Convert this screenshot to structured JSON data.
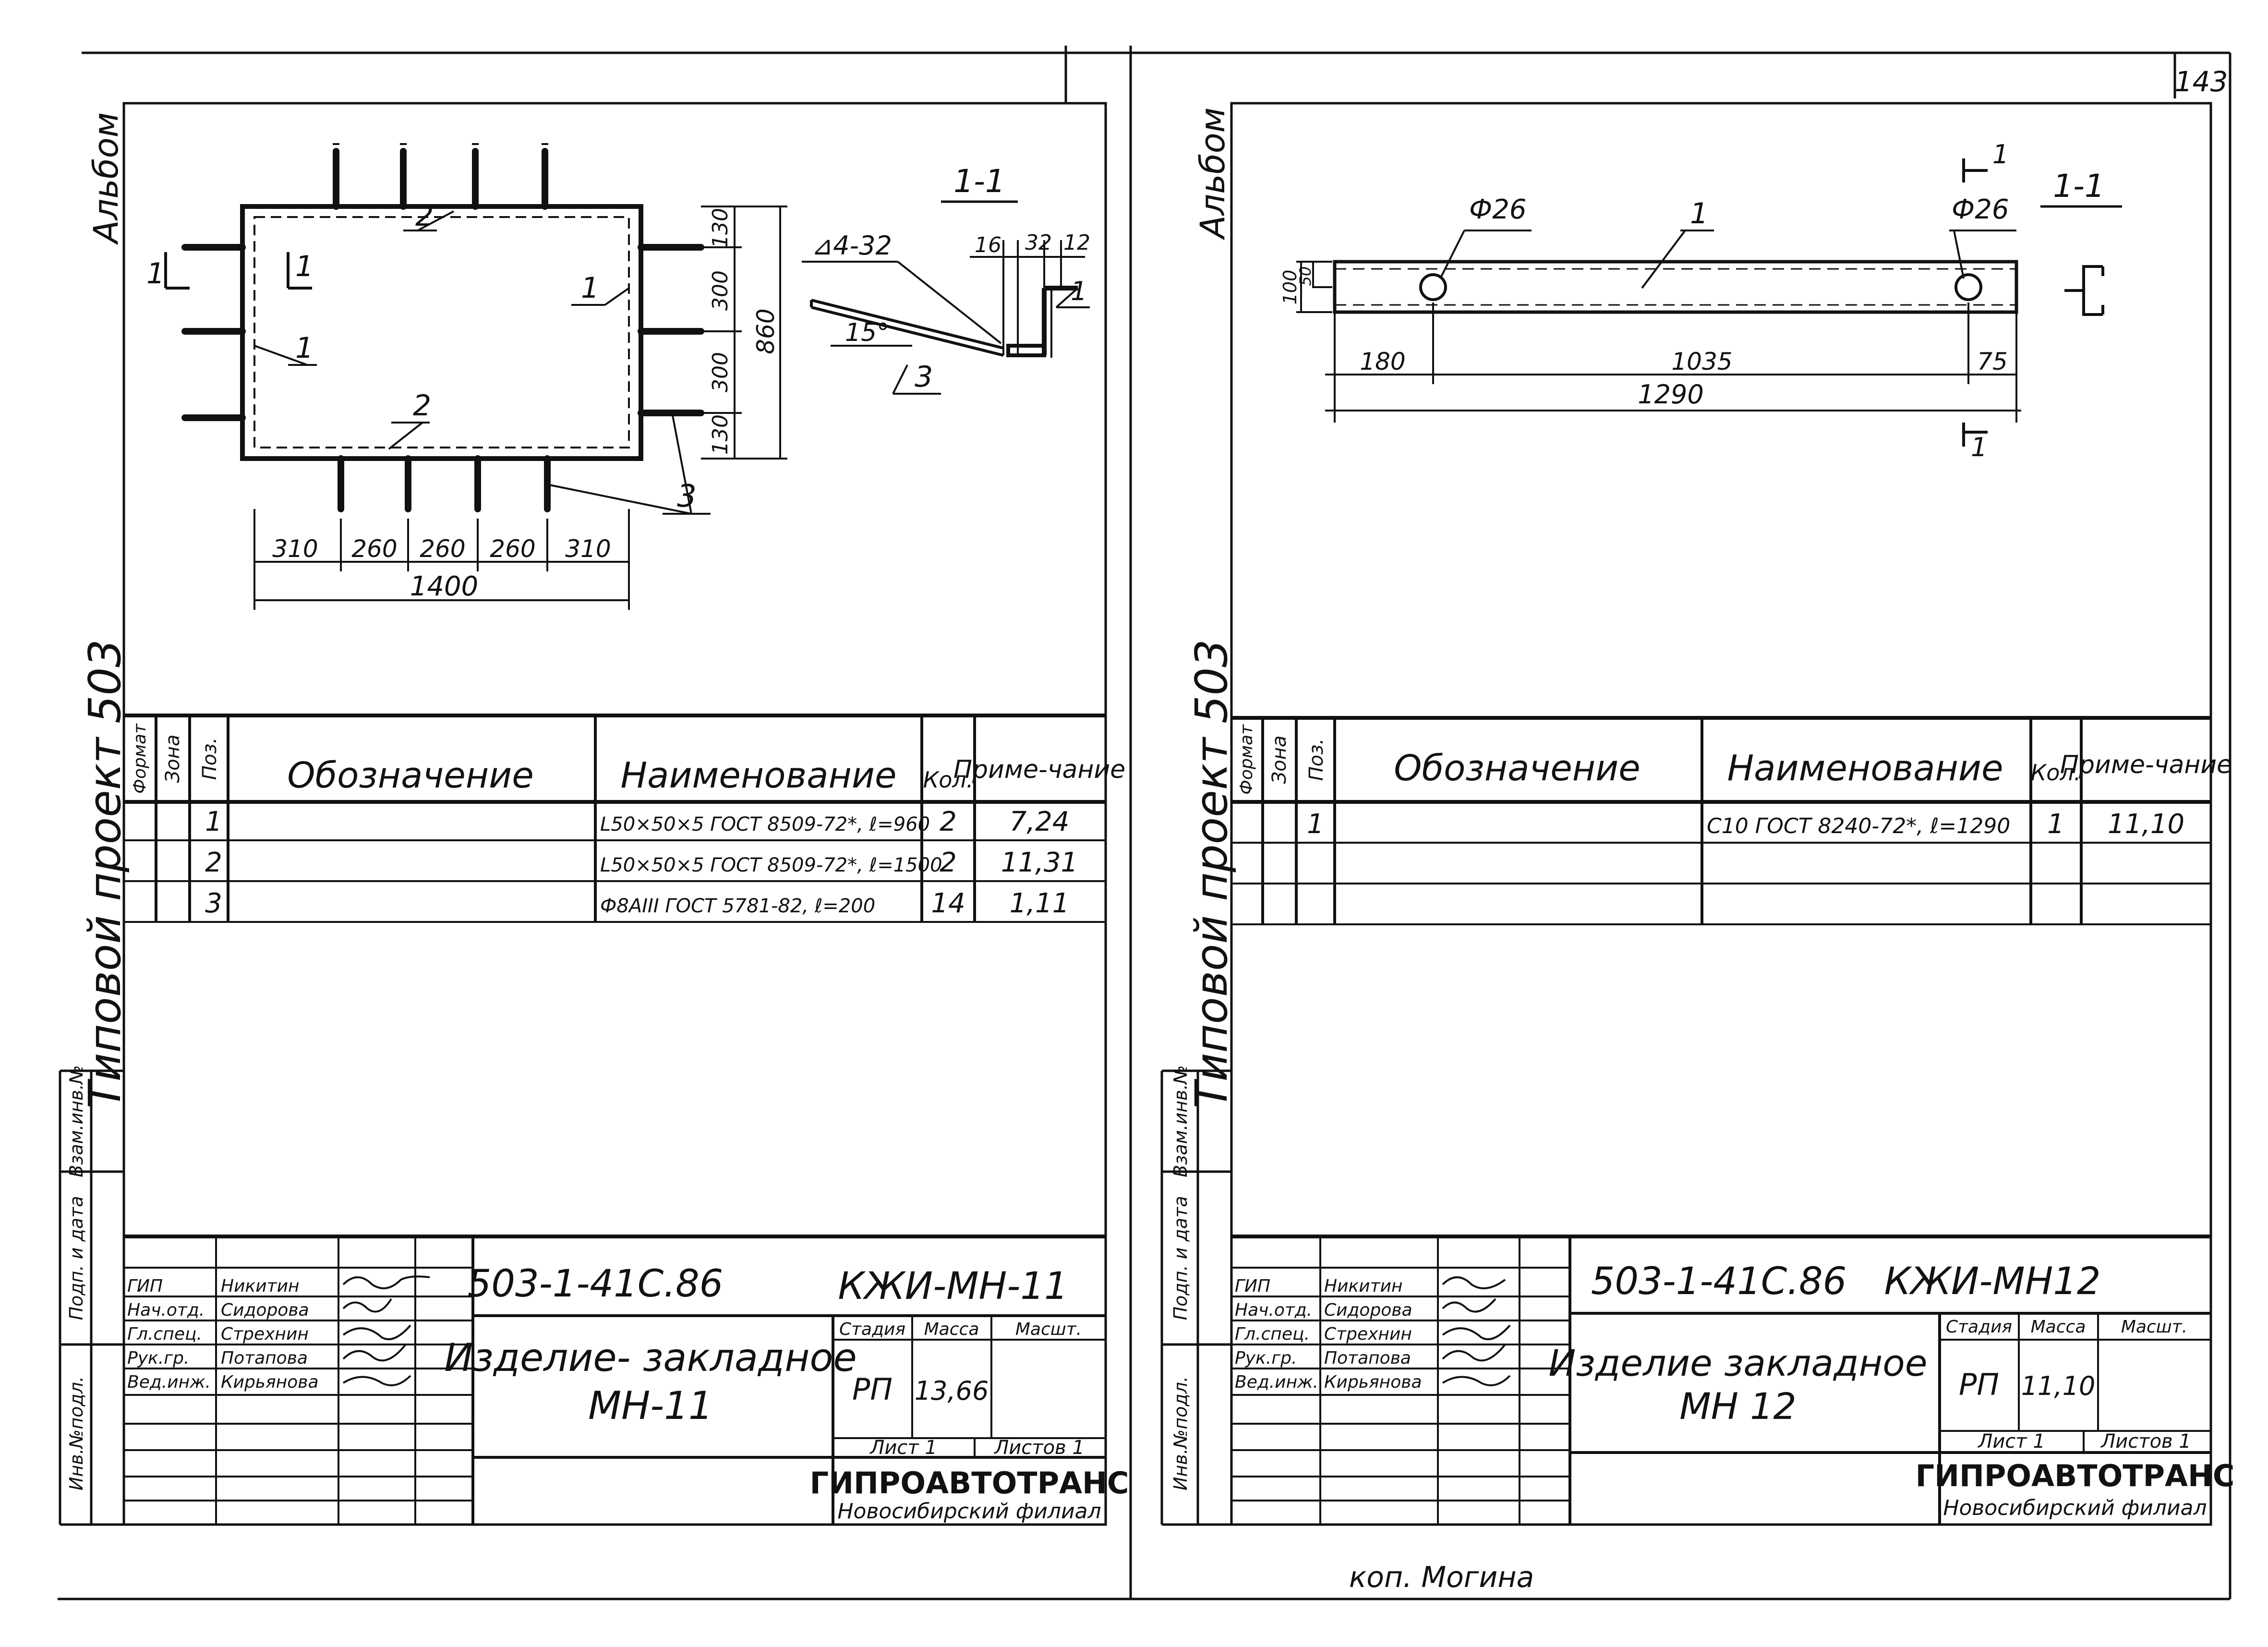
{
  "page_number": "143",
  "left": {
    "side_labels": {
      "album": "Альбом",
      "project": "Типовой проект 503"
    },
    "side_cols": [
      "Взам.инв.№",
      "Подп. и дата",
      "Инв.№подл."
    ],
    "drawing": {
      "positions": [
        "1",
        "1",
        "2",
        "2",
        "3"
      ],
      "dims_bottom": [
        "310",
        "260",
        "260",
        "260",
        "310"
      ],
      "dim_total": "1400",
      "dims_right": [
        "130",
        "300",
        "300",
        "130"
      ],
      "dim_height": "860",
      "section_marks": [
        "1",
        "1"
      ],
      "section": {
        "title": "1-1",
        "weld": "⊿4-32",
        "dims": [
          "16",
          "32",
          "12"
        ],
        "angle": "15°",
        "pos1": "1",
        "pos3": "3"
      }
    },
    "spec": {
      "headers": [
        "Формат",
        "Зона",
        "Поз.",
        "Обозначение",
        "Наименование",
        "Кол.",
        "Приме-чание"
      ],
      "rows": [
        {
          "pos": "1",
          "name": "L50×50×5 ГОСТ 8509-72*, ℓ=960",
          "qty": "2",
          "note": "7,24"
        },
        {
          "pos": "2",
          "name": "L50×50×5 ГОСТ 8509-72*, ℓ=1500",
          "qty": "2",
          "note": "11,31"
        },
        {
          "pos": "3",
          "name": "Ф8АIII ГОСТ 5781-82, ℓ=200",
          "qty": "14",
          "note": "1,11"
        }
      ]
    },
    "title_block": {
      "roles": [
        "ГИП",
        "Нач.отд.",
        "Гл.спец.",
        "Рук.гр.",
        "Вед.инж."
      ],
      "names": [
        "Никитин",
        "Сидорова",
        "Стрехнин",
        "Потапова",
        "Кирьянова"
      ],
      "code": "503-1-41С.86",
      "mark": "КЖИ-МН-11",
      "title_line1": "Изделие- закладное",
      "title_line2": "МН-11",
      "stage_label": "Стадия",
      "mass_label": "Масса",
      "scale_label": "Масшт.",
      "stage": "РП",
      "mass": "13,66",
      "sheet": "Лист 1",
      "sheets": "Листов 1",
      "org": "ГИПРОАВТОТРАНС",
      "branch": "Новосибирский филиал"
    }
  },
  "right": {
    "side_labels": {
      "album": "Альбом",
      "project": "Типовой проект 503"
    },
    "side_cols": [
      "Взам.инв.№",
      "Подп. и дата",
      "Инв.№подл."
    ],
    "drawing": {
      "hole_left": "Ф26",
      "hole_right": "Ф26",
      "pos": "1",
      "section_marks": [
        "1",
        "1"
      ],
      "section_title": "1-1",
      "dims_height": [
        "100",
        "50"
      ],
      "dims": [
        "180",
        "1035",
        "75"
      ],
      "dim_total": "1290"
    },
    "spec": {
      "headers": [
        "Формат",
        "Зона",
        "Поз.",
        "Обозначение",
        "Наименование",
        "Кол.",
        "Приме-чание"
      ],
      "rows": [
        {
          "pos": "1",
          "name": "С10 ГОСТ 8240-72*, ℓ=1290",
          "qty": "1",
          "note": "11,10"
        }
      ]
    },
    "title_block": {
      "roles": [
        "ГИП",
        "Нач.отд.",
        "Гл.спец.",
        "Рук.гр.",
        "Вед.инж."
      ],
      "names": [
        "Никитин",
        "Сидорова",
        "Стрехнин",
        "Потапова",
        "Кирьянова"
      ],
      "code": "503-1-41С.86",
      "mark": "КЖИ-МН12",
      "title_line1": "Изделие закладное",
      "title_line2": "МН 12",
      "stage_label": "Стадия",
      "mass_label": "Масса",
      "scale_label": "Масшт.",
      "stage": "РП",
      "mass": "11,10",
      "sheet": "Лист 1",
      "sheets": "Листов 1",
      "org": "ГИПРОАВТОТРАНС",
      "branch": "Новосибирский филиал"
    }
  },
  "footer_note": "коп. Могина"
}
